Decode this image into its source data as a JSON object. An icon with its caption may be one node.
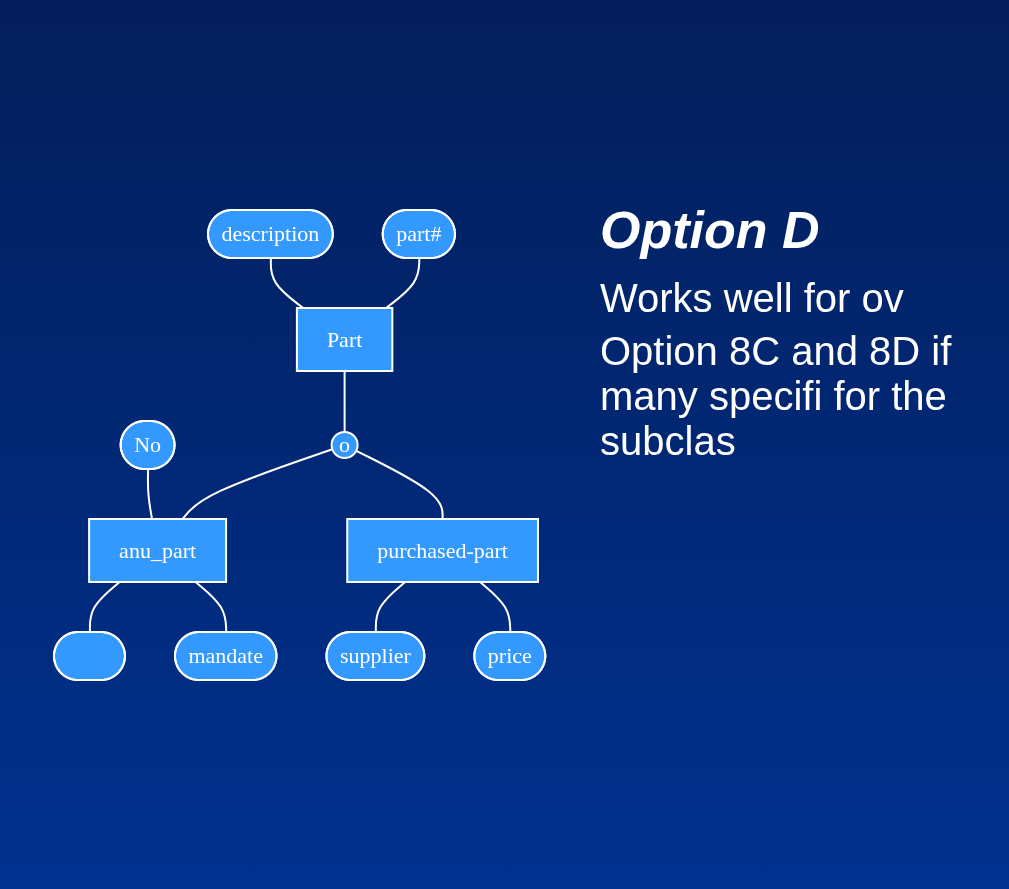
{
  "diagram": {
    "title": "Option D",
    "nodes": [
      {
        "text": [
          "part#"
        ]
      },
      {
        "text": [
          "description"
        ]
      },
      {
        "text": [
          "Part"
        ]
      },
      {
        "text": [
          "o"
        ]
      },
      {
        "text": [
          "No"
        ]
      },
      {
        "text": [
          "anu_part"
        ]
      },
      {
        "text": [
          "purchased-part"
        ]
      },
      {
        "text": [],
        "shape": "ellipse"
      },
      {
        "text": [
          "mandate"
        ]
      },
      {
        "text": [
          "supplier"
        ]
      },
      {
        "text": [
          "price"
        ]
      }
    ],
    "edges": [
      {
        "from": 0,
        "to": 2,
        "arrow": "none"
      },
      {
        "from": 1,
        "to": 2,
        "arrow": "none"
      },
      {
        "from": 2,
        "to": 3,
        "arrow": "none"
      },
      {
        "from": 3,
        "to": 5,
        "arrow": "none"
      },
      {
        "from": 3,
        "to": 6,
        "arrow": "none"
      },
      {
        "from": 4,
        "to": 5,
        "arrow": "none"
      },
      {
        "from": 5,
        "to": 7,
        "arrow": "none"
      },
      {
        "from": 5,
        "to": 8,
        "arrow": "none"
      },
      {
        "from": 6,
        "to": 9,
        "arrow": "none"
      },
      {
        "from": 6,
        "to": 10,
        "arrow": "none"
      }
    ],
    "labels": [
      "Works well for ov",
      "Option 8C and 8D if many specifi for the subclas"
    ]
  }
}
